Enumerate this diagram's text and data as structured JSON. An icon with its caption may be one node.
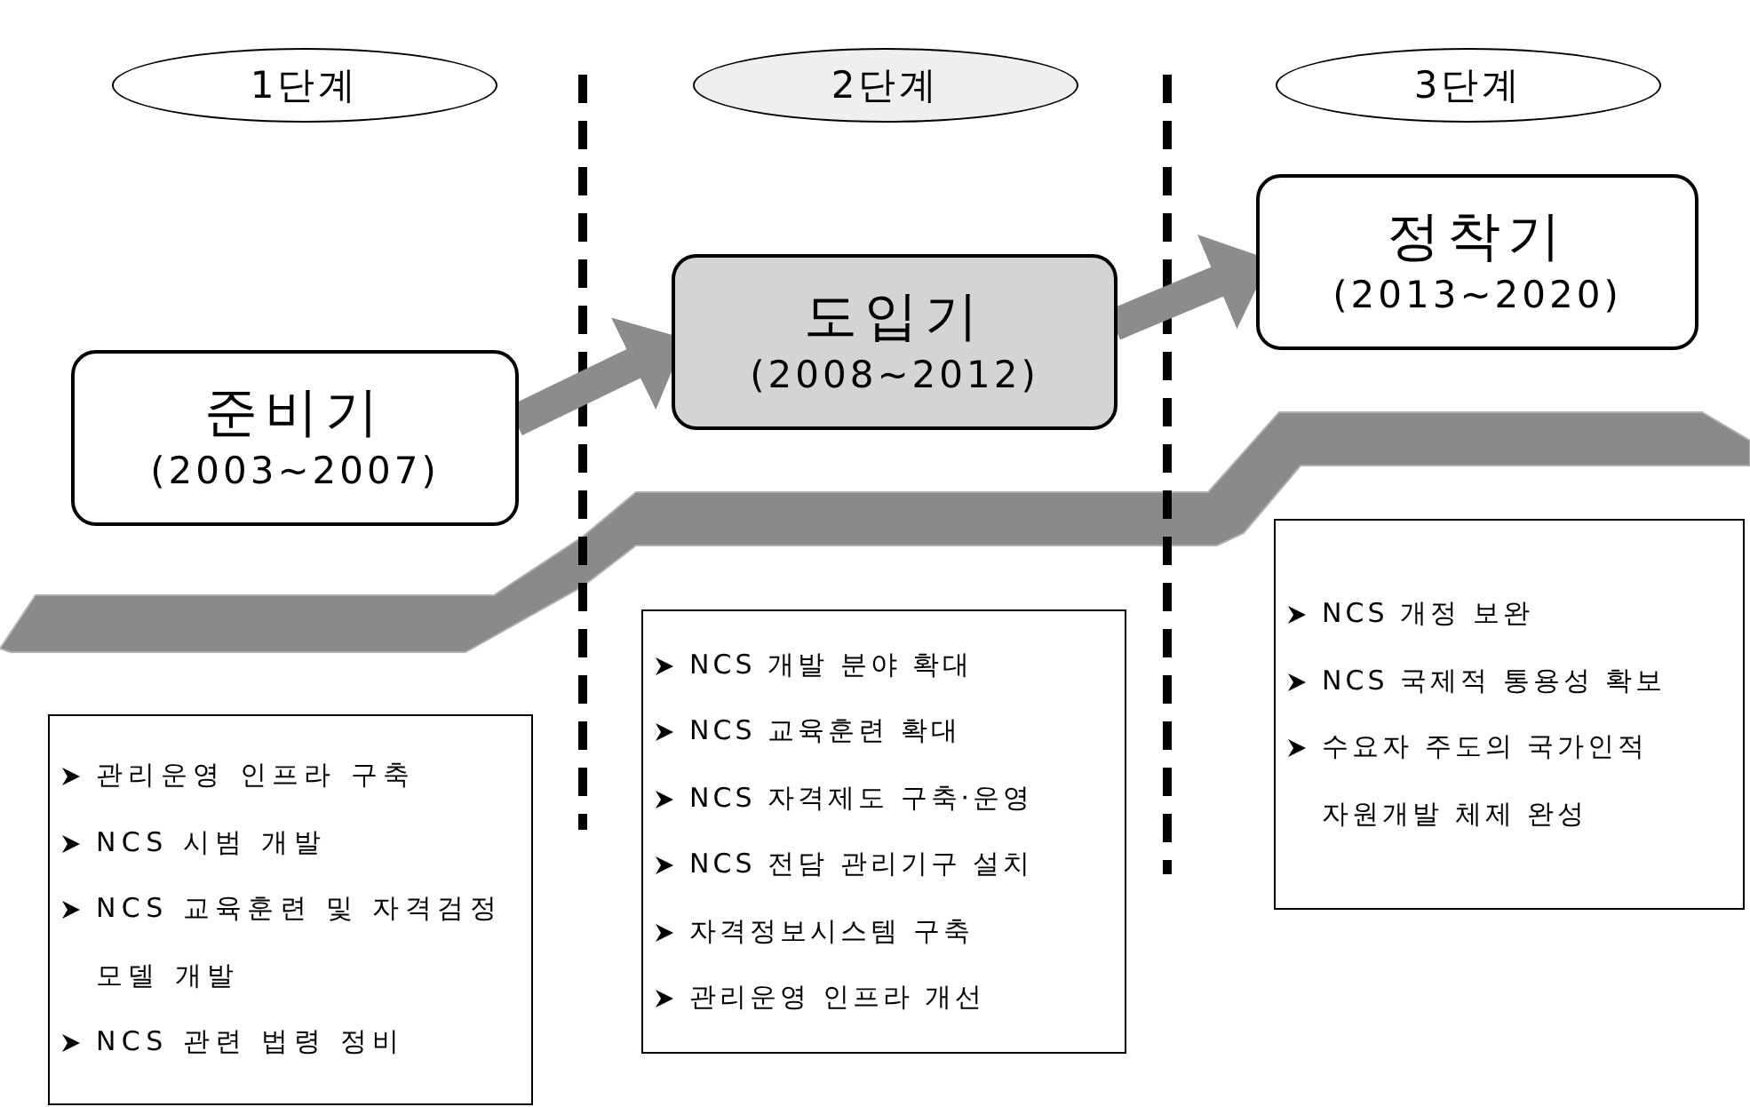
{
  "diagram": {
    "nodes": [
      {
        "text": [
          "1단계"
        ]
      },
      {
        "text": [
          "2단계"
        ]
      },
      {
        "text": [
          "3단계"
        ]
      },
      {
        "text": [
          "준비기",
          "(2003~2007)"
        ]
      },
      {
        "text": [
          "도입기",
          "(2008~2012)"
        ]
      },
      {
        "text": [
          "정착기",
          "(2013~2020)"
        ]
      },
      {
        "text": [
          "관리운영 인프라 구축",
          "NCS 시범 개발",
          "NCS 교육훈련 및 자격검정 모델 개발",
          "NCS 관련 법령 정비"
        ]
      },
      {
        "text": [
          "NCS 개발 분야 확대",
          "NCS 교육훈련 확대",
          "NCS 자격제도 구축·운영",
          "NCS 전담 관리기구 설치",
          "자격정보시스템 구축",
          "관리운영 인프라 개선"
        ]
      },
      {
        "text": [
          "NCS 개정 보완",
          "NCS 국제적 통용성 확보",
          "수요자 주도의 국가인적 자원개발 체제 완성"
        ]
      }
    ],
    "edges": [
      {
        "from": 3,
        "to": 4,
        "arrow": "to"
      },
      {
        "from": 4,
        "to": 5,
        "arrow": "to"
      }
    ]
  }
}
